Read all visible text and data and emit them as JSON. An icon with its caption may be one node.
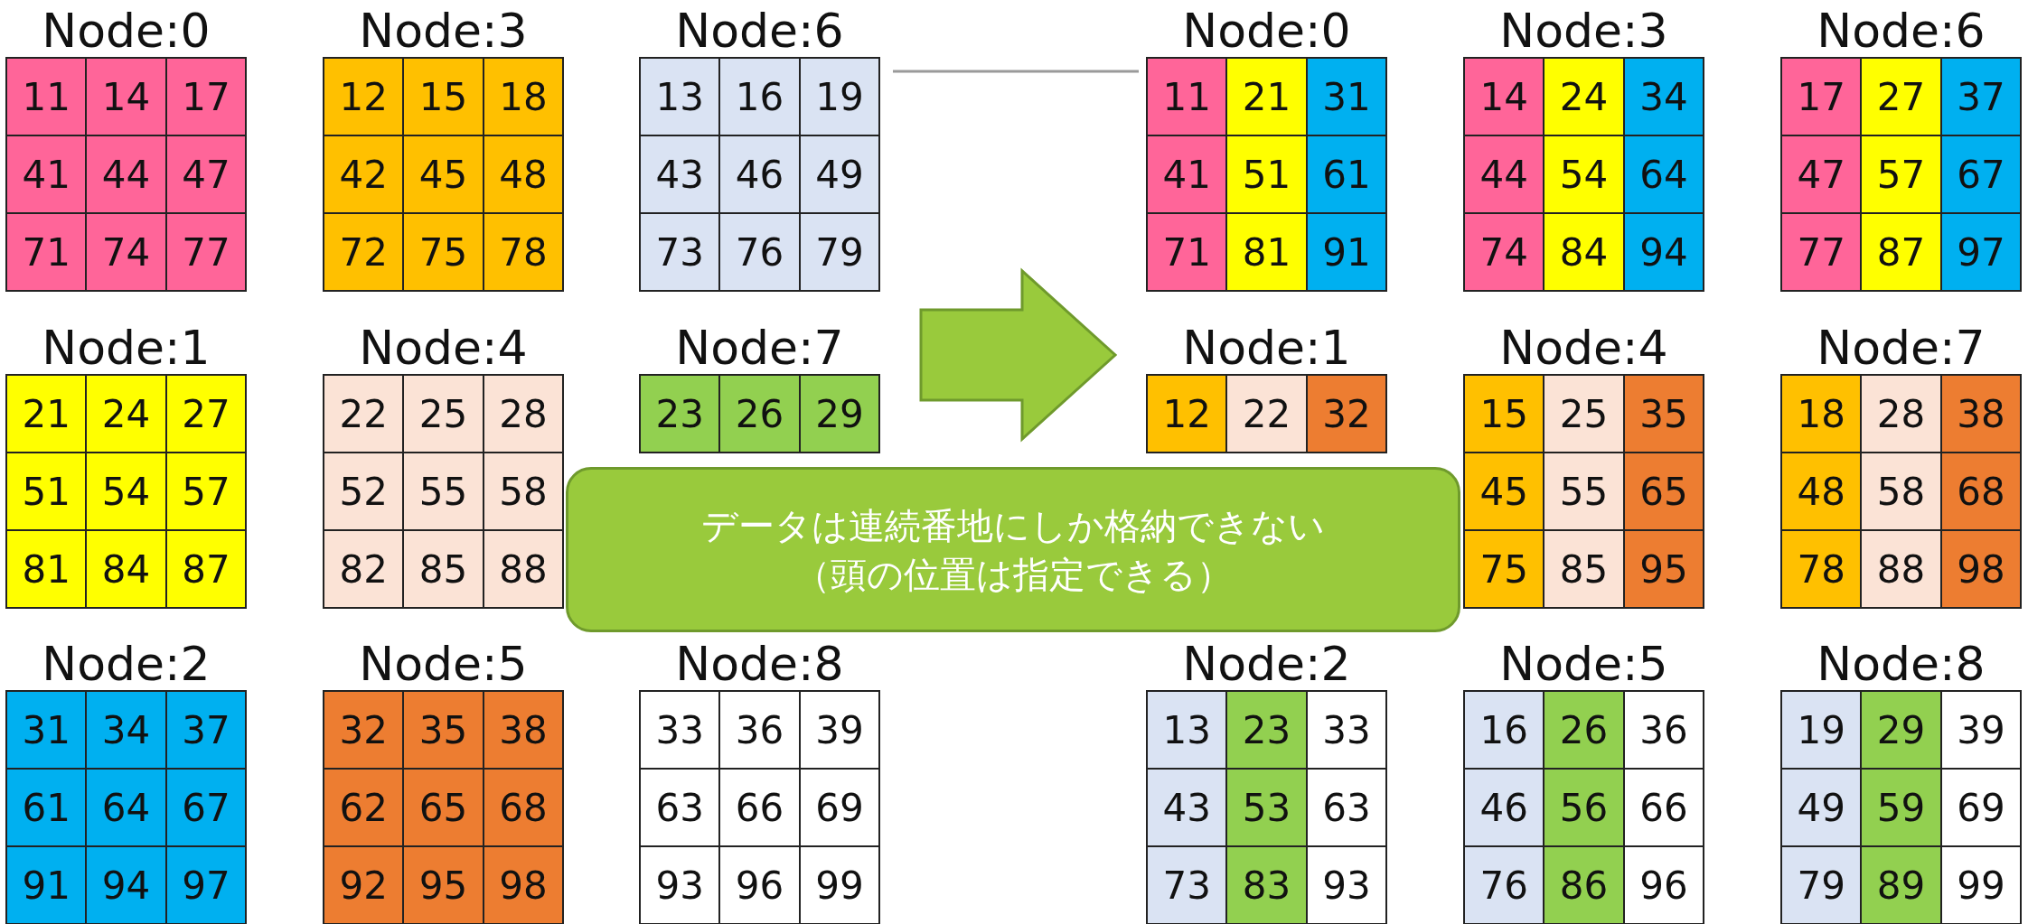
{
  "diagram": {
    "nodes": [
      {
        "text": [
          "Node:0"
        ]
      },
      {
        "text": [
          "11"
        ],
        "in": 0
      },
      {
        "text": [
          "14"
        ],
        "in": 0
      },
      {
        "text": [
          "17"
        ],
        "in": 0
      },
      {
        "text": [
          "41"
        ],
        "in": 0
      },
      {
        "text": [
          "44"
        ],
        "in": 0
      },
      {
        "text": [
          "47"
        ],
        "in": 0
      },
      {
        "text": [
          "71"
        ],
        "in": 0
      },
      {
        "text": [
          "74"
        ],
        "in": 0
      },
      {
        "text": [
          "77"
        ],
        "in": 0
      },
      {
        "text": [
          "Node:3"
        ]
      },
      {
        "text": [
          "12"
        ],
        "in": 10
      },
      {
        "text": [
          "15"
        ],
        "in": 10
      },
      {
        "text": [
          "18"
        ],
        "in": 10
      },
      {
        "text": [
          "42"
        ],
        "in": 10
      },
      {
        "text": [
          "45"
        ],
        "in": 10
      },
      {
        "text": [
          "48"
        ],
        "in": 10
      },
      {
        "text": [
          "72"
        ],
        "in": 10
      },
      {
        "text": [
          "75"
        ],
        "in": 10
      },
      {
        "text": [
          "78"
        ],
        "in": 10
      },
      {
        "text": [
          "Node:6"
        ]
      },
      {
        "text": [
          "13"
        ],
        "in": 20
      },
      {
        "text": [
          "16"
        ],
        "in": 20
      },
      {
        "text": [
          "19"
        ],
        "in": 20
      },
      {
        "text": [
          "43"
        ],
        "in": 20
      },
      {
        "text": [
          "46"
        ],
        "in": 20
      },
      {
        "text": [
          "49"
        ],
        "in": 20
      },
      {
        "text": [
          "73"
        ],
        "in": 20
      },
      {
        "text": [
          "76"
        ],
        "in": 20
      },
      {
        "text": [
          "79"
        ],
        "in": 20
      },
      {
        "text": [
          "Node:0"
        ]
      },
      {
        "text": [
          "11"
        ],
        "in": 30
      },
      {
        "text": [
          "21"
        ],
        "in": 30
      },
      {
        "text": [
          "31"
        ],
        "in": 30
      },
      {
        "text": [
          "41"
        ],
        "in": 30
      },
      {
        "text": [
          "51"
        ],
        "in": 30
      },
      {
        "text": [
          "61"
        ],
        "in": 30
      },
      {
        "text": [
          "71"
        ],
        "in": 30
      },
      {
        "text": [
          "81"
        ],
        "in": 30
      },
      {
        "text": [
          "91"
        ],
        "in": 30
      },
      {
        "text": [
          "Node:3"
        ]
      },
      {
        "text": [
          "14"
        ],
        "in": 40
      },
      {
        "text": [
          "24"
        ],
        "in": 40
      },
      {
        "text": [
          "34"
        ],
        "in": 40
      },
      {
        "text": [
          "44"
        ],
        "in": 40
      },
      {
        "text": [
          "54"
        ],
        "in": 40
      },
      {
        "text": [
          "64"
        ],
        "in": 40
      },
      {
        "text": [
          "74"
        ],
        "in": 40
      },
      {
        "text": [
          "84"
        ],
        "in": 40
      },
      {
        "text": [
          "94"
        ],
        "in": 40
      },
      {
        "text": [
          "Node:6"
        ]
      },
      {
        "text": [
          "17"
        ],
        "in": 50
      },
      {
        "text": [
          "27"
        ],
        "in": 50
      },
      {
        "text": [
          "37"
        ],
        "in": 50
      },
      {
        "text": [
          "47"
        ],
        "in": 50
      },
      {
        "text": [
          "57"
        ],
        "in": 50
      },
      {
        "text": [
          "67"
        ],
        "in": 50
      },
      {
        "text": [
          "77"
        ],
        "in": 50
      },
      {
        "text": [
          "87"
        ],
        "in": 50
      },
      {
        "text": [
          "97"
        ],
        "in": 50
      },
      {
        "text": [
          "Node:1"
        ]
      },
      {
        "text": [
          "21"
        ],
        "in": 60
      },
      {
        "text": [
          "24"
        ],
        "in": 60
      },
      {
        "text": [
          "27"
        ],
        "in": 60
      },
      {
        "text": [
          "51"
        ],
        "in": 60
      },
      {
        "text": [
          "54"
        ],
        "in": 60
      },
      {
        "text": [
          "57"
        ],
        "in": 60
      },
      {
        "text": [
          "81"
        ],
        "in": 60
      },
      {
        "text": [
          "84"
        ],
        "in": 60
      },
      {
        "text": [
          "87"
        ],
        "in": 60
      },
      {
        "text": [
          "Node:4"
        ]
      },
      {
        "text": [
          "22"
        ],
        "in": 70
      },
      {
        "text": [
          "25"
        ],
        "in": 70
      },
      {
        "text": [
          "28"
        ],
        "in": 70
      },
      {
        "text": [
          "52"
        ],
        "in": 70
      },
      {
        "text": [
          "55"
        ],
        "in": 70
      },
      {
        "text": [
          "58"
        ],
        "in": 70
      },
      {
        "text": [
          "82"
        ],
        "in": 70
      },
      {
        "text": [
          "85"
        ],
        "in": 70
      },
      {
        "text": [
          "88"
        ],
        "in": 70
      },
      {
        "text": [
          "Node:7"
        ]
      },
      {
        "text": [
          "23"
        ],
        "in": 80
      },
      {
        "text": [
          "26"
        ],
        "in": 80
      },
      {
        "text": [
          "29"
        ],
        "in": 80
      },
      {
        "text": [
          "Node:1"
        ]
      },
      {
        "text": [
          "12"
        ],
        "in": 84
      },
      {
        "text": [
          "22"
        ],
        "in": 84
      },
      {
        "text": [
          "32"
        ],
        "in": 84
      },
      {
        "text": [
          "Node:4"
        ]
      },
      {
        "text": [
          "15"
        ],
        "in": 88
      },
      {
        "text": [
          "25"
        ],
        "in": 88
      },
      {
        "text": [
          "35"
        ],
        "in": 88
      },
      {
        "text": [
          "45"
        ],
        "in": 88
      },
      {
        "text": [
          "55"
        ],
        "in": 88
      },
      {
        "text": [
          "65"
        ],
        "in": 88
      },
      {
        "text": [
          "75"
        ],
        "in": 88
      },
      {
        "text": [
          "85"
        ],
        "in": 88
      },
      {
        "text": [
          "95"
        ],
        "in": 88
      },
      {
        "text": [
          "Node:7"
        ]
      },
      {
        "text": [
          "18"
        ],
        "in": 98
      },
      {
        "text": [
          "28"
        ],
        "in": 98
      },
      {
        "text": [
          "38"
        ],
        "in": 98
      },
      {
        "text": [
          "48"
        ],
        "in": 98
      },
      {
        "text": [
          "58"
        ],
        "in": 98
      },
      {
        "text": [
          "68"
        ],
        "in": 98
      },
      {
        "text": [
          "78"
        ],
        "in": 98
      },
      {
        "text": [
          "88"
        ],
        "in": 98
      },
      {
        "text": [
          "98"
        ],
        "in": 98
      },
      {
        "text": [
          "Node:2"
        ]
      },
      {
        "text": [
          "31"
        ],
        "in": 108
      },
      {
        "text": [
          "34"
        ],
        "in": 108
      },
      {
        "text": [
          "37"
        ],
        "in": 108
      },
      {
        "text": [
          "61"
        ],
        "in": 108
      },
      {
        "text": [
          "64"
        ],
        "in": 108
      },
      {
        "text": [
          "67"
        ],
        "in": 108
      },
      {
        "text": [
          "91"
        ],
        "in": 108
      },
      {
        "text": [
          "94"
        ],
        "in": 108
      },
      {
        "text": [
          "97"
        ],
        "in": 108
      },
      {
        "text": [
          "Node:5"
        ]
      },
      {
        "text": [
          "32"
        ],
        "in": 118
      },
      {
        "text": [
          "35"
        ],
        "in": 118
      },
      {
        "text": [
          "38"
        ],
        "in": 118
      },
      {
        "text": [
          "62"
        ],
        "in": 118
      },
      {
        "text": [
          "65"
        ],
        "in": 118
      },
      {
        "text": [
          "68"
        ],
        "in": 118
      },
      {
        "text": [
          "92"
        ],
        "in": 118
      },
      {
        "text": [
          "95"
        ],
        "in": 118
      },
      {
        "text": [
          "98"
        ],
        "in": 118
      },
      {
        "text": [
          "Node:8"
        ]
      },
      {
        "text": [
          "33"
        ],
        "in": 128
      },
      {
        "text": [
          "36"
        ],
        "in": 128
      },
      {
        "text": [
          "39"
        ],
        "in": 128
      },
      {
        "text": [
          "63"
        ],
        "in": 128
      },
      {
        "text": [
          "66"
        ],
        "in": 128
      },
      {
        "text": [
          "69"
        ],
        "in": 128
      },
      {
        "text": [
          "93"
        ],
        "in": 128
      },
      {
        "text": [
          "96"
        ],
        "in": 128
      },
      {
        "text": [
          "99"
        ],
        "in": 128
      },
      {
        "text": [
          "Node:2"
        ]
      },
      {
        "text": [
          "13"
        ],
        "in": 138
      },
      {
        "text": [
          "23"
        ],
        "in": 138
      },
      {
        "text": [
          "33"
        ],
        "in": 138
      },
      {
        "text": [
          "43"
        ],
        "in": 138
      },
      {
        "text": [
          "53"
        ],
        "in": 138
      },
      {
        "text": [
          "63"
        ],
        "in": 138
      },
      {
        "text": [
          "73"
        ],
        "in": 138
      },
      {
        "text": [
          "83"
        ],
        "in": 138
      },
      {
        "text": [
          "93"
        ],
        "in": 138
      },
      {
        "text": [
          "Node:5"
        ]
      },
      {
        "text": [
          "16"
        ],
        "in": 148
      },
      {
        "text": [
          "26"
        ],
        "in": 148
      },
      {
        "text": [
          "36"
        ],
        "in": 148
      },
      {
        "text": [
          "46"
        ],
        "in": 148
      },
      {
        "text": [
          "56"
        ],
        "in": 148
      },
      {
        "text": [
          "66"
        ],
        "in": 148
      },
      {
        "text": [
          "76"
        ],
        "in": 148
      },
      {
        "text": [
          "86"
        ],
        "in": 148
      },
      {
        "text": [
          "96"
        ],
        "in": 148
      },
      {
        "text": [
          "Node:8"
        ]
      },
      {
        "text": [
          "19"
        ],
        "in": 158
      },
      {
        "text": [
          "29"
        ],
        "in": 158
      },
      {
        "text": [
          "39"
        ],
        "in": 158
      },
      {
        "text": [
          "49"
        ],
        "in": 158
      },
      {
        "text": [
          "59"
        ],
        "in": 158
      },
      {
        "text": [
          "69"
        ],
        "in": 158
      },
      {
        "text": [
          "79"
        ],
        "in": 158
      },
      {
        "text": [
          "89"
        ],
        "in": 158
      },
      {
        "text": [
          "99"
        ],
        "in": 158
      },
      {
        "text": [
          "データは連続番地にしか格納できない",
          "（頭の位置は指定できる）"
        ]
      }
    ],
    "edges": [
      {
        "from": 20,
        "to": 30,
        "arrow": "none"
      },
      {
        "from": 80,
        "to": 84,
        "arrow": "to",
        "style": "thick"
      }
    ]
  }
}
